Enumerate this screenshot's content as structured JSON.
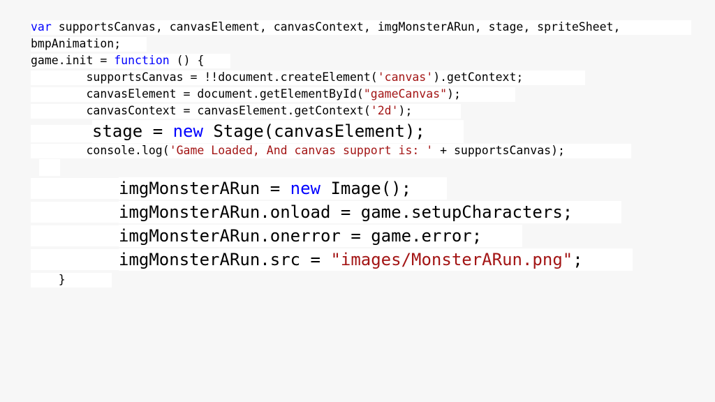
{
  "colors": {
    "background": "#f7f7f7",
    "line_highlight": "#ffffff",
    "keyword": "#0000ff",
    "string": "#a31515",
    "plain": "#000000"
  },
  "code": {
    "lines": [
      {
        "id": "line-1",
        "tokens": [
          {
            "t": "kw",
            "v": "var"
          },
          {
            "t": "plain",
            "v": " supportsCanvas, canvasElement, canvasContext, imgMonsterARun, stage, spriteSheet, "
          }
        ]
      },
      {
        "id": "line-2",
        "tokens": [
          {
            "t": "plain",
            "v": "bmpAnimation;"
          }
        ]
      },
      {
        "id": "line-3",
        "tokens": [
          {
            "t": "plain",
            "v": "game.init = "
          },
          {
            "t": "kw",
            "v": "function"
          },
          {
            "t": "plain",
            "v": " () {"
          }
        ]
      },
      {
        "id": "line-4",
        "tokens": [
          {
            "t": "plain",
            "v": "        supportsCanvas = !!document.createElement("
          },
          {
            "t": "str",
            "v": "'canvas'"
          },
          {
            "t": "plain",
            "v": ").getContext;"
          }
        ]
      },
      {
        "id": "line-5",
        "tokens": [
          {
            "t": "plain",
            "v": "        canvasElement = document.getElementById("
          },
          {
            "t": "str",
            "v": "\"gameCanvas\""
          },
          {
            "t": "plain",
            "v": ");"
          }
        ]
      },
      {
        "id": "line-6",
        "tokens": [
          {
            "t": "plain",
            "v": "        canvasContext = canvasElement.getContext("
          },
          {
            "t": "str",
            "v": "'2d'"
          },
          {
            "t": "plain",
            "v": ");"
          }
        ]
      },
      {
        "id": "line-7",
        "tokens": [
          {
            "t": "plain",
            "v": "stage = "
          },
          {
            "t": "kw",
            "v": "new"
          },
          {
            "t": "plain",
            "v": " Stage(canvasElement);"
          }
        ]
      },
      {
        "id": "line-8",
        "tokens": [
          {
            "t": "plain",
            "v": "        console.log("
          },
          {
            "t": "str",
            "v": "'Game Loaded, And canvas support is: '"
          },
          {
            "t": "plain",
            "v": " + supportsCanvas);"
          }
        ]
      },
      {
        "id": "line-9",
        "tokens": [
          {
            "t": "plain",
            "v": " "
          }
        ]
      },
      {
        "id": "line-10",
        "tokens": [
          {
            "t": "plain",
            "v": "imgMonsterARun = "
          },
          {
            "t": "kw",
            "v": "new"
          },
          {
            "t": "plain",
            "v": " Image();"
          }
        ]
      },
      {
        "id": "line-11",
        "tokens": [
          {
            "t": "plain",
            "v": "imgMonsterARun.onload = game.setupCharacters;"
          }
        ]
      },
      {
        "id": "line-12",
        "tokens": [
          {
            "t": "plain",
            "v": "imgMonsterARun.onerror = game.error;"
          }
        ]
      },
      {
        "id": "line-13",
        "tokens": [
          {
            "t": "plain",
            "v": "imgMonsterARun.src = "
          },
          {
            "t": "str",
            "v": "\"images/MonsterARun.png\""
          },
          {
            "t": "plain",
            "v": ";"
          }
        ]
      },
      {
        "id": "line-14",
        "tokens": [
          {
            "t": "plain",
            "v": "    }"
          }
        ]
      }
    ]
  }
}
